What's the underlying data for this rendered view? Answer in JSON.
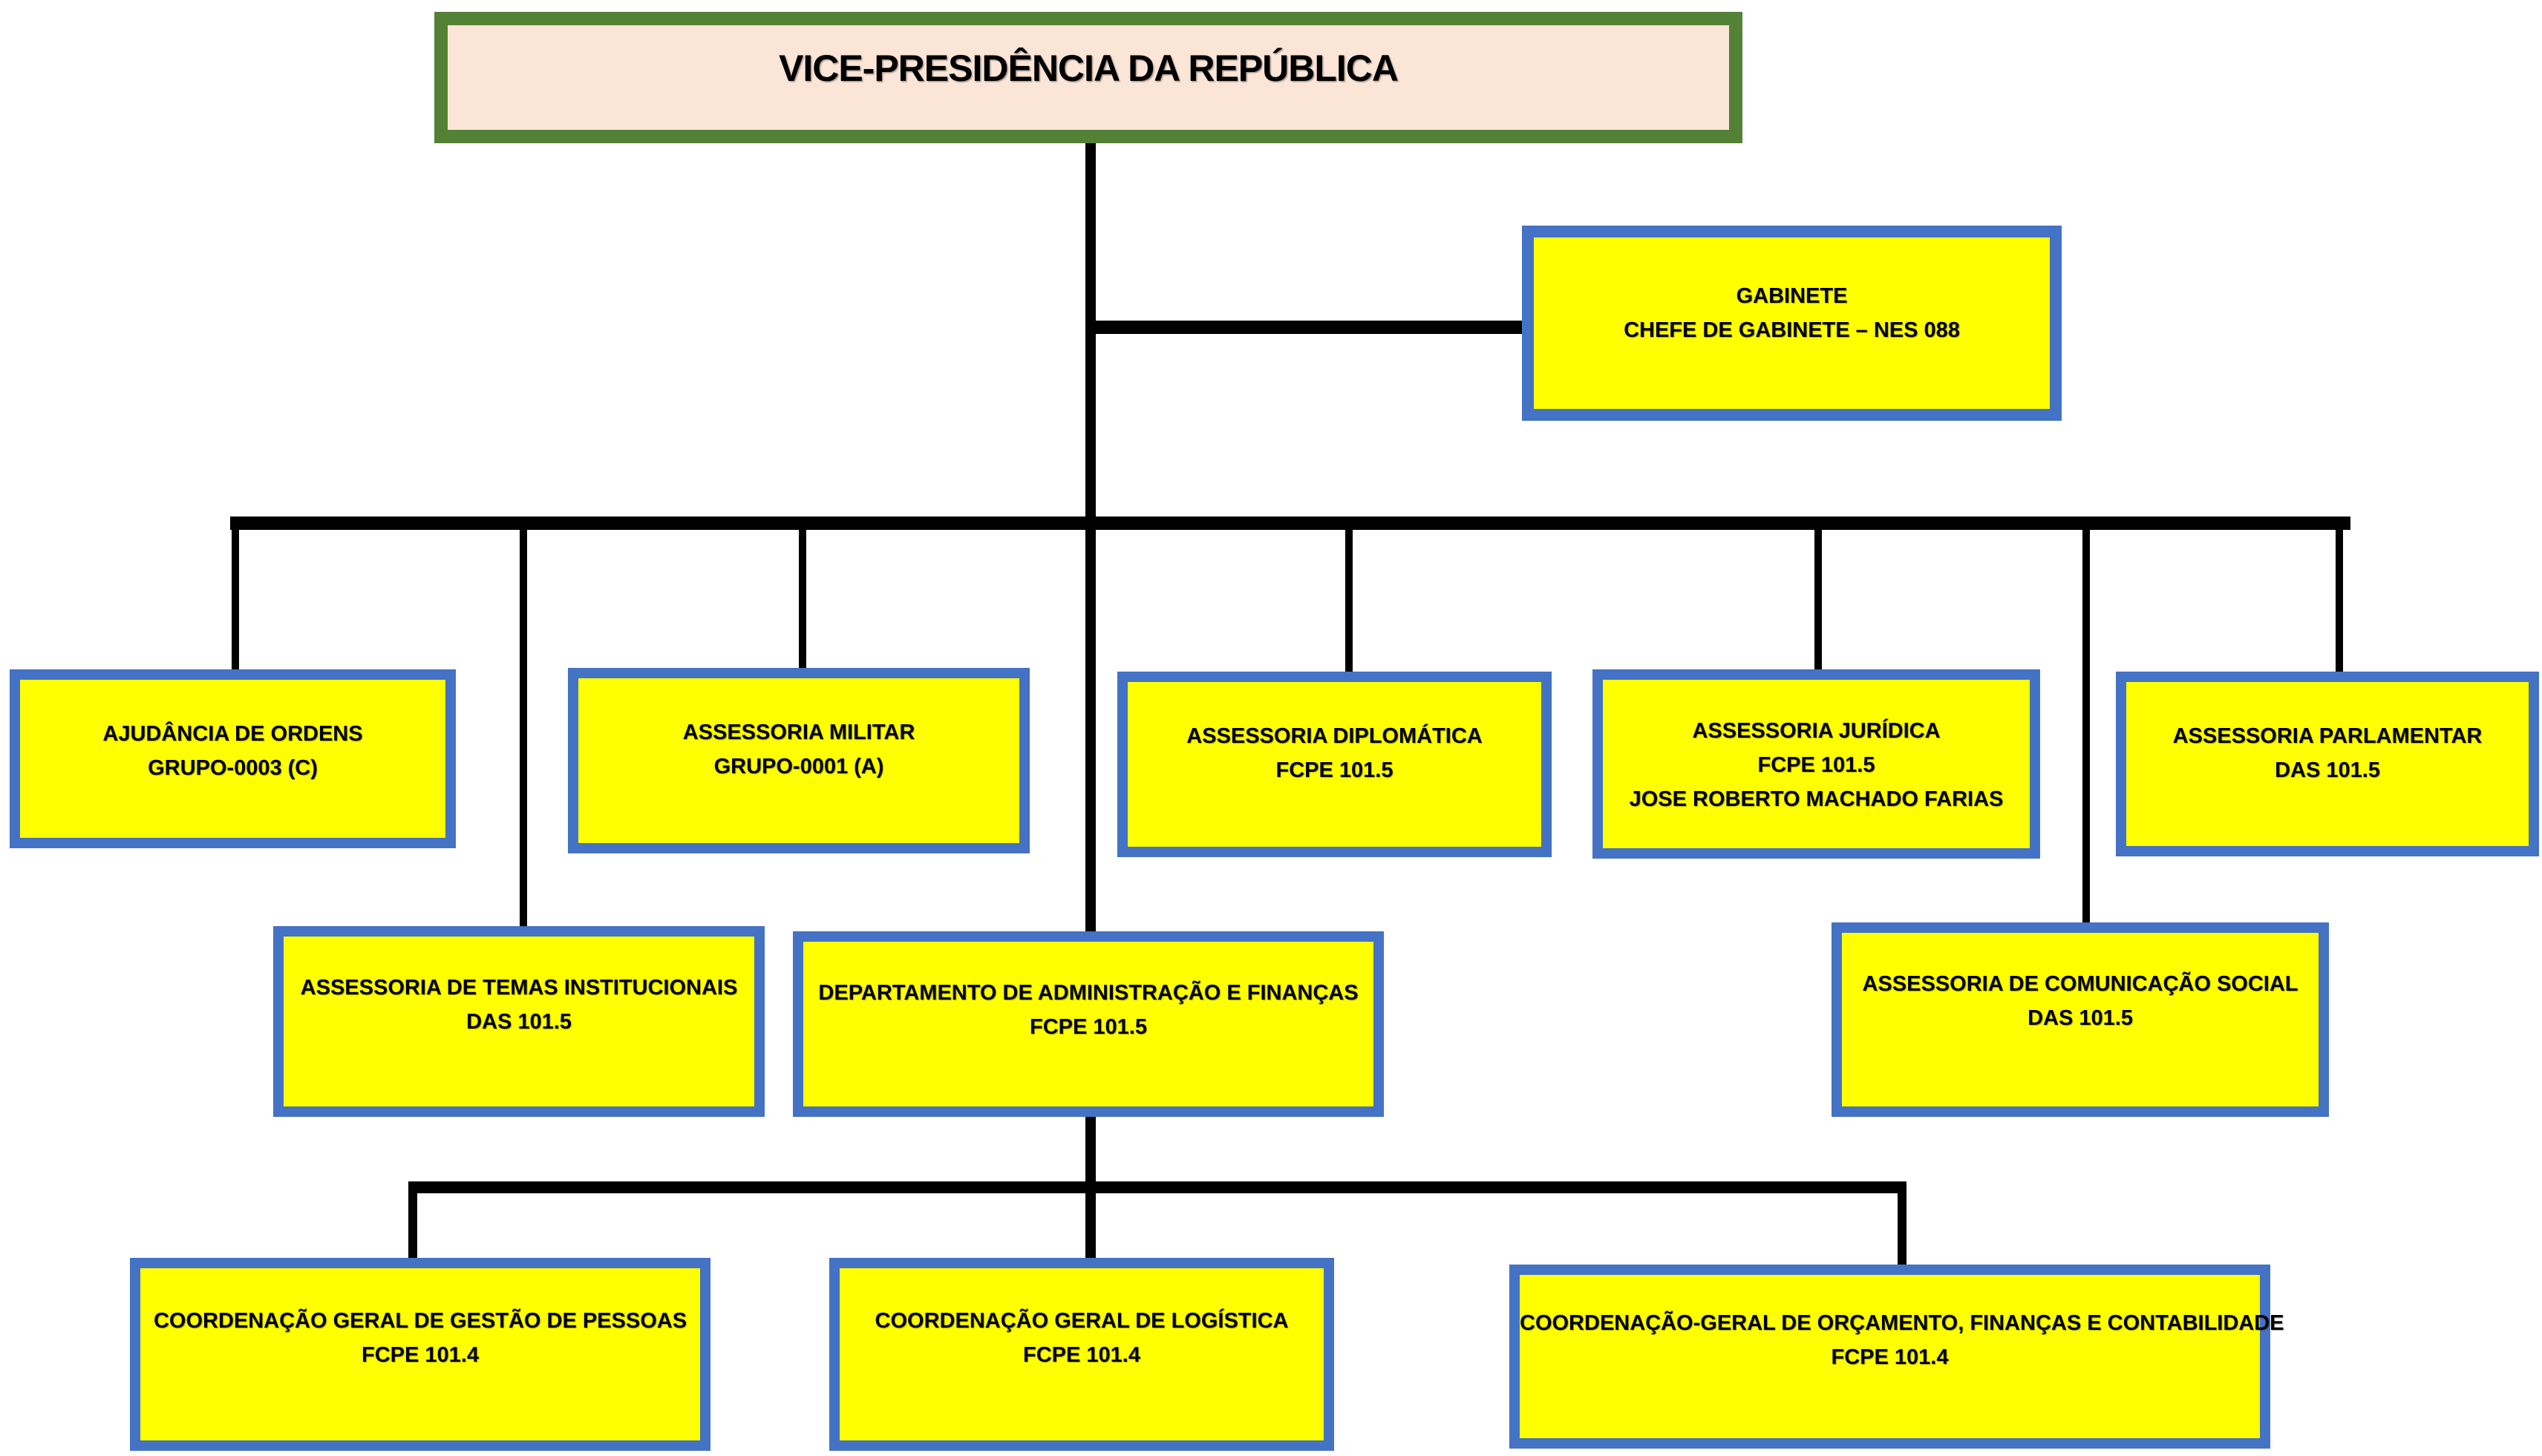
{
  "colors": {
    "background": "#ffffff",
    "connector": "#000000",
    "box_fill": "#FFFF00",
    "box_border": "#4472C4",
    "root_fill": "#FBE5D6",
    "root_border": "#538135"
  },
  "nodes": {
    "root": {
      "label": "VICE-PRESIDÊNCIA DA REPÚBLICA"
    },
    "gabinete": {
      "name": "GABINETE",
      "code": "CHEFE DE GABINETE – NES 088"
    },
    "ajudancia": {
      "name": "AJUDÂNCIA DE ORDENS",
      "code": "GRUPO-0003 (C)"
    },
    "militar": {
      "name": "ASSESSORIA  MILITAR",
      "code": "GRUPO-0001 (A)"
    },
    "diplomatica": {
      "name": "ASSESSORIA DIPLOMÁTICA",
      "code": "FCPE 101.5"
    },
    "juridica": {
      "name": "ASSESSORIA JURÍDICA",
      "code": "FCPE 101.5",
      "holder": "JOSE ROBERTO MACHADO FARIAS"
    },
    "parlamentar": {
      "name": "ASSESSORIA PARLAMENTAR",
      "code": "DAS 101.5"
    },
    "temas": {
      "name": "ASSESSORIA DE TEMAS INSTITUCIONAIS",
      "code": "DAS 101.5"
    },
    "departamento": {
      "name": "DEPARTAMENTO DE ADMINISTRAÇÃO E FINANÇAS",
      "code": "FCPE 101.5"
    },
    "comunicacao": {
      "name": "ASSESSORIA DE COMUNICAÇÃO SOCIAL",
      "code": "DAS 101.5"
    },
    "pessoas": {
      "name": "COORDENAÇÃO GERAL DE GESTÃO DE PESSOAS",
      "code": "FCPE 101.4"
    },
    "logistica": {
      "name": "COORDENAÇÃO GERAL DE LOGÍSTICA",
      "code": "FCPE 101.4"
    },
    "orcamento": {
      "name": "COORDENAÇÃO-GERAL DE ORÇAMENTO, FINANÇAS E CONTABILIDADE",
      "code": "FCPE 101.4"
    }
  }
}
